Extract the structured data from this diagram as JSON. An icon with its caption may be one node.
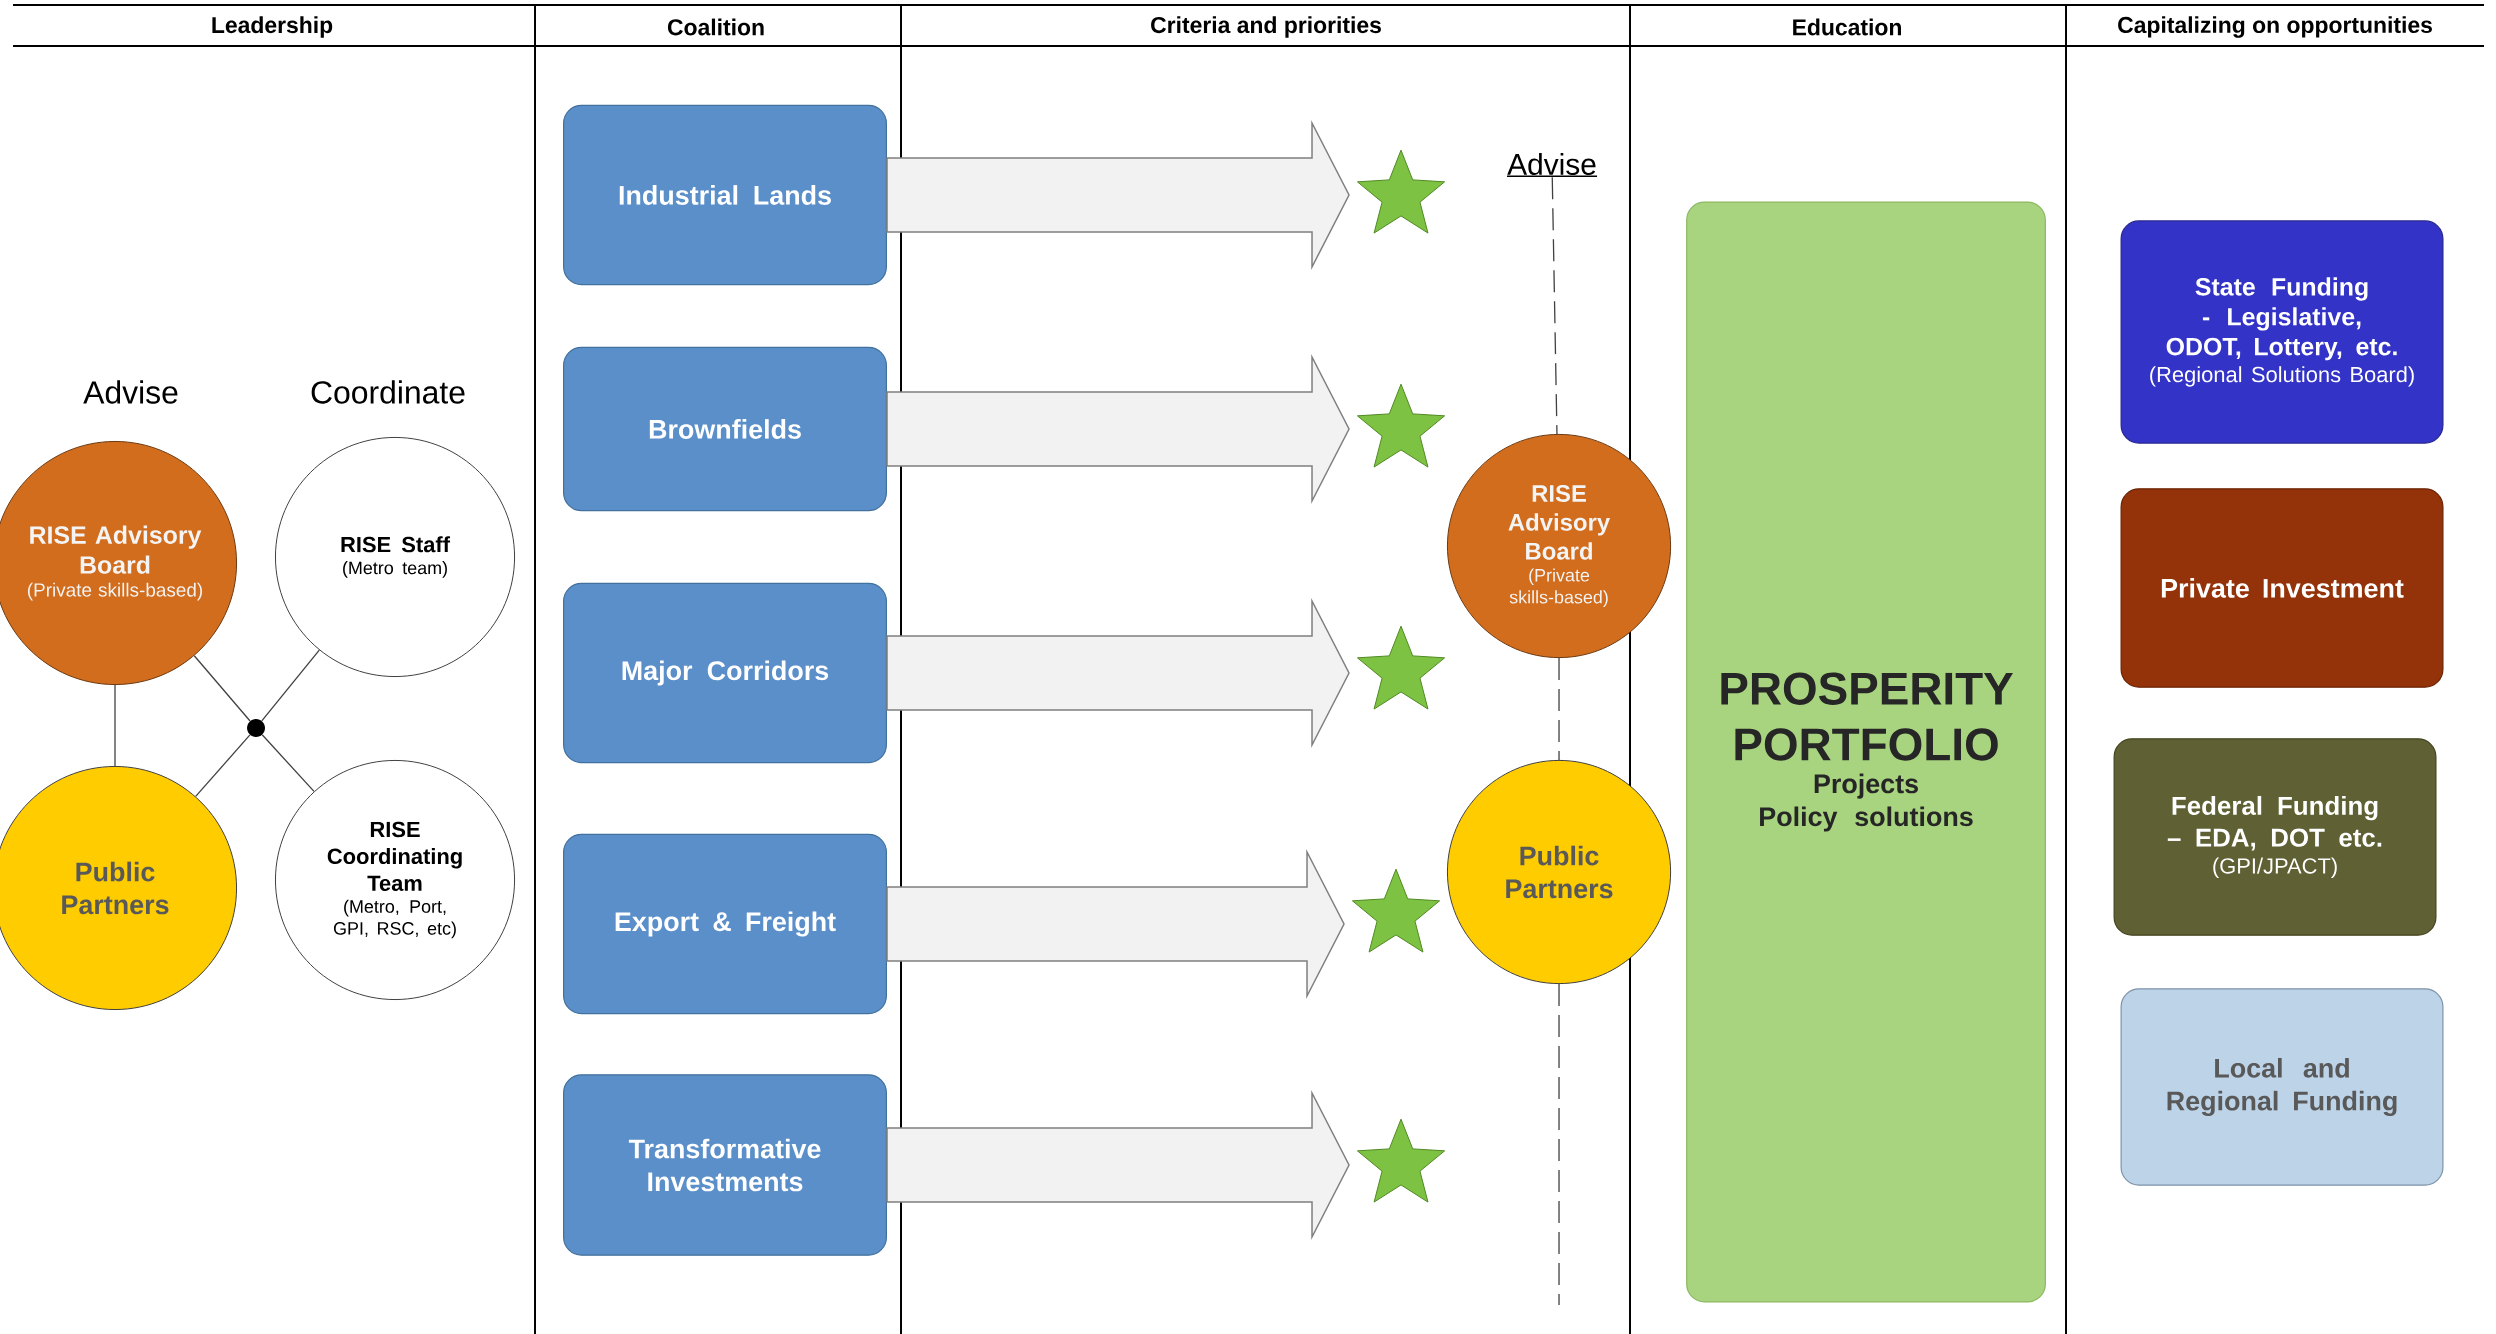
{
  "diagram": {
    "nodes": [
      {
        "text": [
          "RISE Advisory Board",
          "(Private skills-based)"
        ]
      },
      {
        "text": [
          "RISE Staff",
          "(Metro team)"
        ]
      },
      {
        "text": [],
        "shape": "circle"
      },
      {
        "text": [
          "Public Partners"
        ]
      },
      {
        "text": [
          "RISE Coordinating Team",
          "(Metro, Port, GPI, RSC, etc)"
        ]
      },
      {
        "text": [
          "Industrial Lands"
        ]
      },
      {
        "text": [
          "Brownfields"
        ]
      },
      {
        "text": [
          "Major Corridors"
        ]
      },
      {
        "text": [
          "Export & Freight"
        ]
      },
      {
        "text": [
          "Transformative Investments"
        ]
      },
      {
        "text": [],
        "shape": "star"
      },
      {
        "text": [],
        "shape": "star"
      },
      {
        "text": [],
        "shape": "star"
      },
      {
        "text": [],
        "shape": "star"
      },
      {
        "text": [],
        "shape": "star"
      },
      {
        "text": [
          "Advise"
        ]
      },
      {
        "text": [
          "RISE Advisory Board",
          "(Private skills-based)"
        ]
      },
      {
        "text": [
          "Public Partners"
        ]
      },
      {
        "text": [
          "PROSPERITY PORTFOLIO",
          "Projects",
          "Policy solutions"
        ]
      },
      {
        "text": [
          "State Funding - Legislative, ODOT, Lottery, etc.",
          "(Regional Solutions Board)"
        ]
      },
      {
        "text": [
          "Private Investment"
        ]
      },
      {
        "text": [
          "Federal Funding – EDA, DOT etc.",
          "(GPI/JPACT)"
        ]
      },
      {
        "text": [
          "Local and Regional Funding"
        ]
      }
    ],
    "edges": [
      {
        "from": 0,
        "to": 3,
        "arrow": "none"
      },
      {
        "from": 0,
        "to": 2,
        "arrow": "none"
      },
      {
        "from": 2,
        "to": 4,
        "arrow": "none"
      },
      {
        "from": 1,
        "to": 2,
        "arrow": "none"
      },
      {
        "from": 2,
        "to": 3,
        "arrow": "none"
      },
      {
        "from": 5,
        "to": 10,
        "arrow": "to",
        "style": "thick"
      },
      {
        "from": 6,
        "to": 11,
        "arrow": "to",
        "style": "thick"
      },
      {
        "from": 7,
        "to": 12,
        "arrow": "to",
        "style": "thick"
      },
      {
        "from": 8,
        "to": 13,
        "arrow": "to",
        "style": "thick"
      },
      {
        "from": 9,
        "to": 14,
        "arrow": "to",
        "style": "thick"
      },
      {
        "from": 15,
        "to": 16,
        "arrow": "none",
        "style": "dashed"
      },
      {
        "from": 16,
        "to": 17,
        "arrow": "none",
        "style": "dashed"
      },
      {
        "from": 17,
        "to": null,
        "arrow": "none",
        "style": "dashed"
      }
    ],
    "labels": [
      "Leadership",
      "Coalition",
      "Criteria and priorities",
      "Education",
      "Capitalizing on opportunities",
      "Advise",
      "Coordinate"
    ]
  }
}
